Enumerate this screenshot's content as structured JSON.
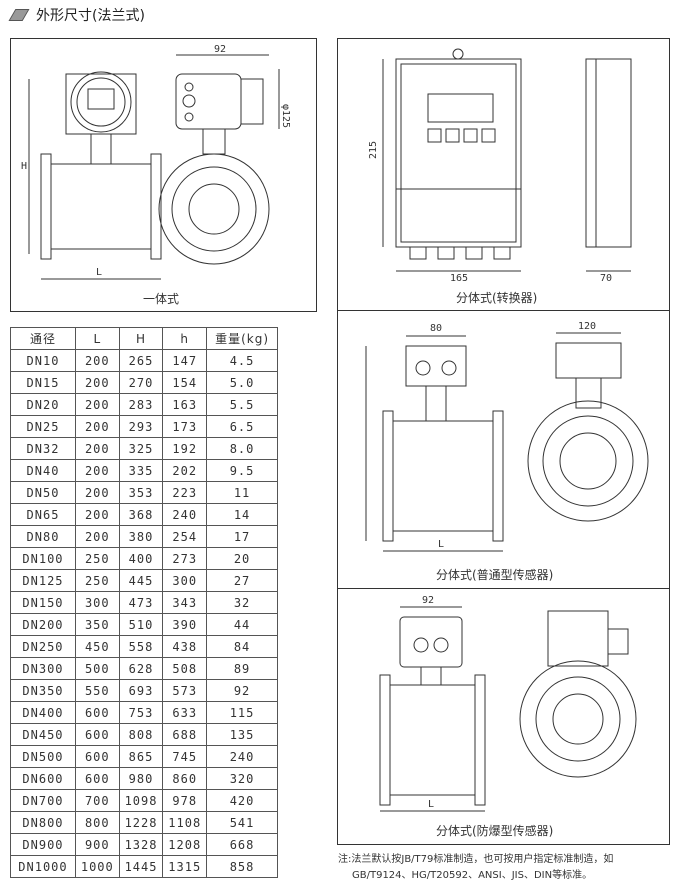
{
  "title": "外形尺寸(法兰式)",
  "panels": {
    "integrated": {
      "caption": "一体式",
      "dim_width": "92",
      "dim_dia": "φ125",
      "dim_H": "H",
      "dim_L": "L"
    },
    "converter": {
      "caption": "分体式(转换器)",
      "dim_height": "215",
      "dim_width": "165",
      "dim_depth": "70"
    },
    "sensor": {
      "caption": "分体式(普通型传感器)",
      "dim_width": "80",
      "dim_width2": "120",
      "dim_L": "L"
    },
    "explosion": {
      "caption": "分体式(防爆型传感器)",
      "dim_width": "92",
      "dim_L": "L"
    }
  },
  "table": {
    "headers": [
      "通径",
      "L",
      "H",
      "h",
      "重量(kg)"
    ],
    "rows": [
      [
        "DN10",
        "200",
        "265",
        "147",
        "4.5"
      ],
      [
        "DN15",
        "200",
        "270",
        "154",
        "5.0"
      ],
      [
        "DN20",
        "200",
        "283",
        "163",
        "5.5"
      ],
      [
        "DN25",
        "200",
        "293",
        "173",
        "6.5"
      ],
      [
        "DN32",
        "200",
        "325",
        "192",
        "8.0"
      ],
      [
        "DN40",
        "200",
        "335",
        "202",
        "9.5"
      ],
      [
        "DN50",
        "200",
        "353",
        "223",
        "11"
      ],
      [
        "DN65",
        "200",
        "368",
        "240",
        "14"
      ],
      [
        "DN80",
        "200",
        "380",
        "254",
        "17"
      ],
      [
        "DN100",
        "250",
        "400",
        "273",
        "20"
      ],
      [
        "DN125",
        "250",
        "445",
        "300",
        "27"
      ],
      [
        "DN150",
        "300",
        "473",
        "343",
        "32"
      ],
      [
        "DN200",
        "350",
        "510",
        "390",
        "44"
      ],
      [
        "DN250",
        "450",
        "558",
        "438",
        "84"
      ],
      [
        "DN300",
        "500",
        "628",
        "508",
        "89"
      ],
      [
        "DN350",
        "550",
        "693",
        "573",
        "92"
      ],
      [
        "DN400",
        "600",
        "753",
        "633",
        "115"
      ],
      [
        "DN450",
        "600",
        "808",
        "688",
        "135"
      ],
      [
        "DN500",
        "600",
        "865",
        "745",
        "240"
      ],
      [
        "DN600",
        "600",
        "980",
        "860",
        "320"
      ],
      [
        "DN700",
        "700",
        "1098",
        "978",
        "420"
      ],
      [
        "DN800",
        "800",
        "1228",
        "1108",
        "541"
      ],
      [
        "DN900",
        "900",
        "1328",
        "1208",
        "668"
      ],
      [
        "DN1000",
        "1000",
        "1445",
        "1315",
        "858"
      ]
    ]
  },
  "note": {
    "line1": "注:法兰默认按JB/T79标准制造，也可按用户指定标准制造，如",
    "line2": "GB/T9124、HG/T20592、ANSI、JIS、DIN等标准。"
  }
}
